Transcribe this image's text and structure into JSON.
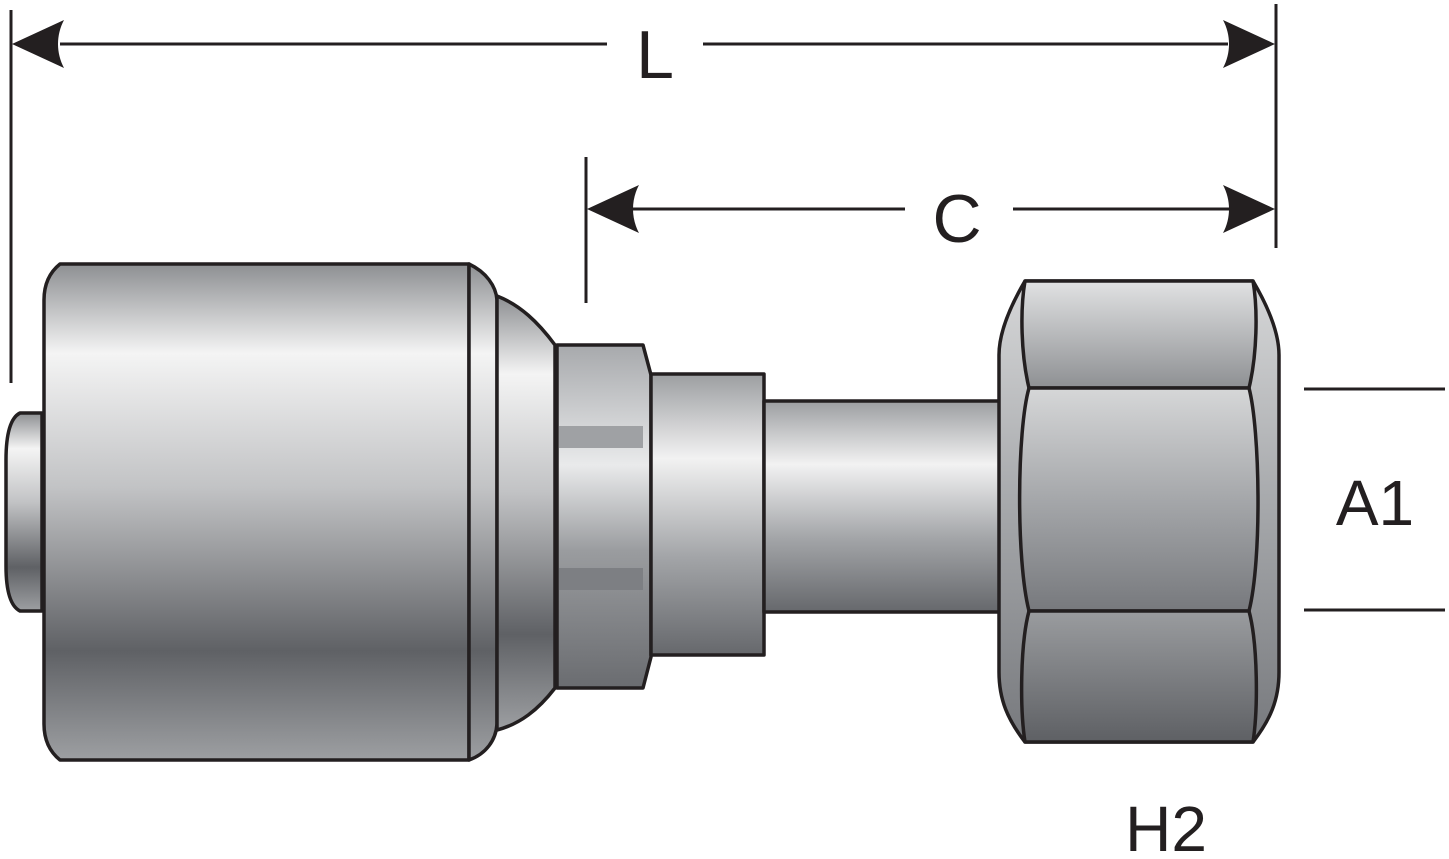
{
  "dimensions": {
    "length_label": "L",
    "cutoff_label": "C",
    "thread_label": "A1",
    "hex_label": "H2"
  },
  "colors": {
    "line": "#231f20",
    "metal_light": "#f4f4f4",
    "metal_mid": "#b9babc",
    "metal_dark": "#626468",
    "background": "#ffffff"
  }
}
